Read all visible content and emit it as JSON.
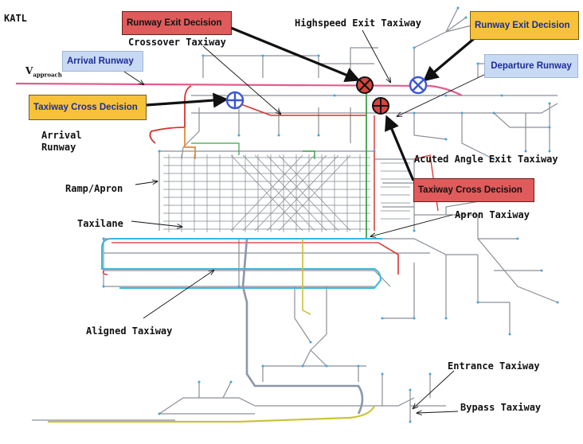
{
  "airport": "KATL",
  "approach_symbol": "V",
  "approach_subscript": "approach",
  "callouts": {
    "runway_exit_left": "Runway Exit Decision",
    "runway_exit_right": "Runway Exit Decision",
    "taxiway_cross_left": "Taxiway Cross Decision",
    "taxiway_cross_right": "Taxiway Cross Decision",
    "arrival_runway_box": "Arrival Runway",
    "departure_runway_box": "Departure Runway"
  },
  "labels": {
    "highspeed": "Highspeed Exit Taxiway",
    "crossover": "Crossover Taxiway",
    "arrival_runway_1": "Arrival",
    "arrival_runway_2": "Runway",
    "acuted": "Acuted Angle Exit Taxiway",
    "ramp": "Ramp/Apron",
    "taxilane": "Taxilane",
    "apron_taxiway": "Apron Taxiway",
    "aligned": "Aligned Taxiway",
    "entrance": "Entrance Taxiway",
    "bypass": "Bypass Taxiway"
  },
  "colors": {
    "network": "#8a8f96",
    "node": "#4aa3d8",
    "arrival_runway": "#e35d8a",
    "cyan_route": "#3ab6d8",
    "red_route": "#d8322e",
    "yellow_route": "#c9c43a",
    "green_route": "#3aa04a",
    "exit_marker": "#d9443e",
    "cross_marker": "#3b55d6"
  }
}
